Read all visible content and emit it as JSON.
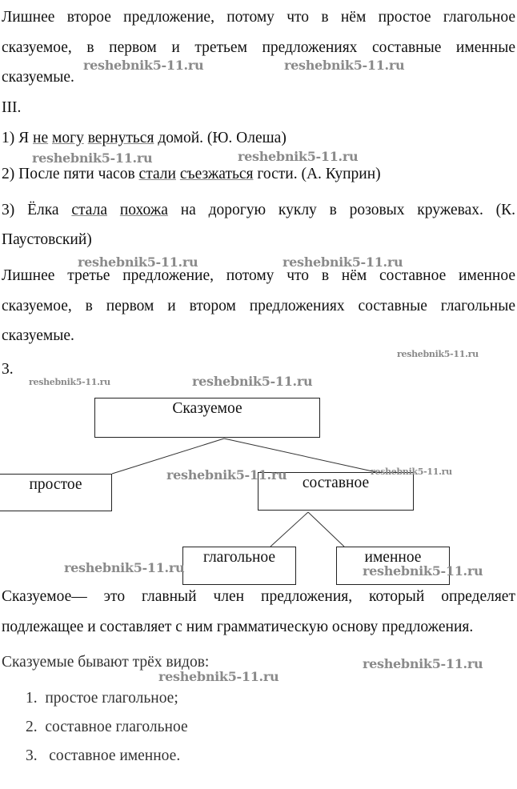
{
  "paragraph1": {
    "line1": "Лишнее второе предложение, потому что в нём простое глагольное",
    "line2": "сказуемое, в первом и третьем предложениях составные именные",
    "line3": "сказуемые."
  },
  "section_roman": "III.",
  "sentences": [
    {
      "num": "1)",
      "pre": "Я",
      "u1": "не",
      "u2": "могу",
      "u3": "вернуться",
      "post": "домой. (Ю. Олеша)"
    },
    {
      "num": "2)",
      "pre": "После пяти часов",
      "u1": "стали",
      "u2": "съезжаться",
      "post": "гости. (А. Куприн)"
    },
    {
      "num": "3)",
      "pre": "Ёлка",
      "u1": "стала",
      "u2": "похожа",
      "post": "на дорогую куклу в розовых кружевах. (К.",
      "post2": "Паустовский)"
    }
  ],
  "paragraph2": {
    "line1": "Лишнее третье предложение, потому что в нём составное именное",
    "line2": "сказуемое, в первом и втором предложениях составные глагольные",
    "line3": "сказуемые."
  },
  "section_num": "3.",
  "diagram": {
    "root": "Сказуемое",
    "simple": "простое",
    "compound": "составное",
    "verbal": "глагольное",
    "nominal": "именное"
  },
  "definition": {
    "line1": "Сказуемое— это главный член предложения, который определяет",
    "line2": "подлежащее и составляет с ним грамматическую основу предложения."
  },
  "types_intro": "Сказуемые бывают трёх видов:",
  "types": [
    {
      "n": "1.",
      "t": "простое глагольное;"
    },
    {
      "n": "2.",
      "t": "составное глагольное"
    },
    {
      "n": "3.",
      "t": "составное именное."
    }
  ],
  "watermark": "reshebnik5-11.ru"
}
